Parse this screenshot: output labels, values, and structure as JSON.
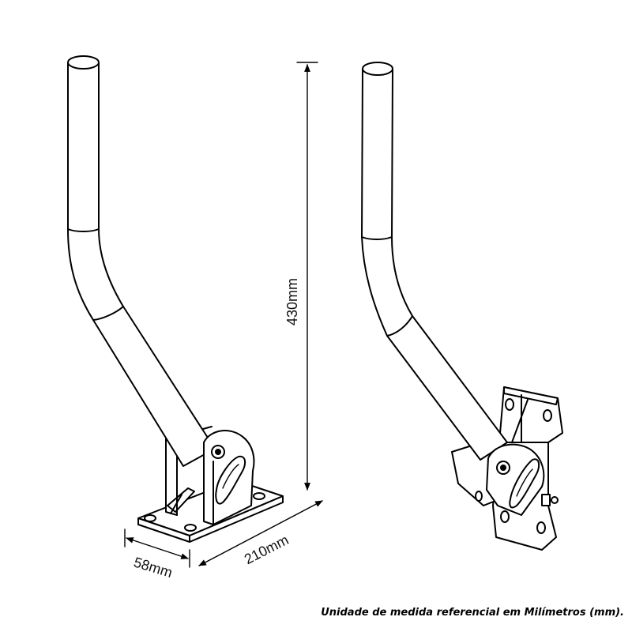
{
  "dimensions": {
    "height": "430mm",
    "length": "210mm",
    "width": "58mm"
  },
  "caption": "Unidade de medida referencial em Milímetros (mm).",
  "colors": {
    "line": "#000000",
    "background": "#ffffff"
  }
}
